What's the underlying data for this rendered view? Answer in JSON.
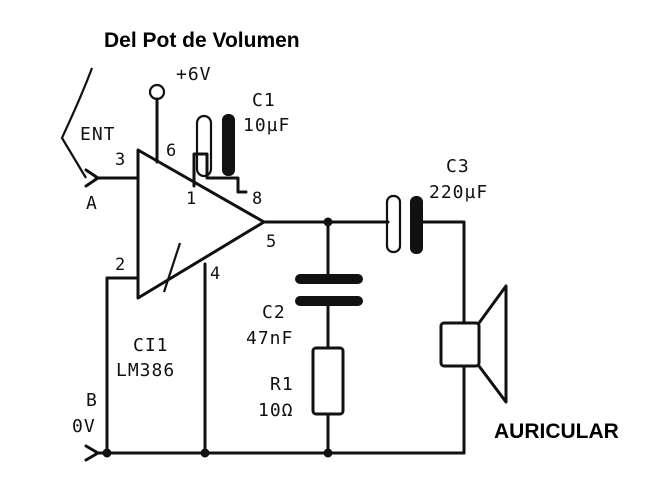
{
  "title": "Del Pot de Volumen",
  "speaker_label": "AURICULAR",
  "input": {
    "label": "ENT",
    "node": "A"
  },
  "ground": {
    "node": "B",
    "label": "0V"
  },
  "supply": {
    "label": "+6V"
  },
  "ic": {
    "ref": "CI1",
    "part": "LM386",
    "pins": [
      "3",
      "2",
      "6",
      "1",
      "8",
      "5",
      "4"
    ]
  },
  "c1": {
    "ref": "C1",
    "value": "10µF"
  },
  "c2": {
    "ref": "C2",
    "value": "47nF"
  },
  "c3": {
    "ref": "C3",
    "value": "220µF"
  },
  "r1": {
    "ref": "R1",
    "value": "10Ω"
  }
}
